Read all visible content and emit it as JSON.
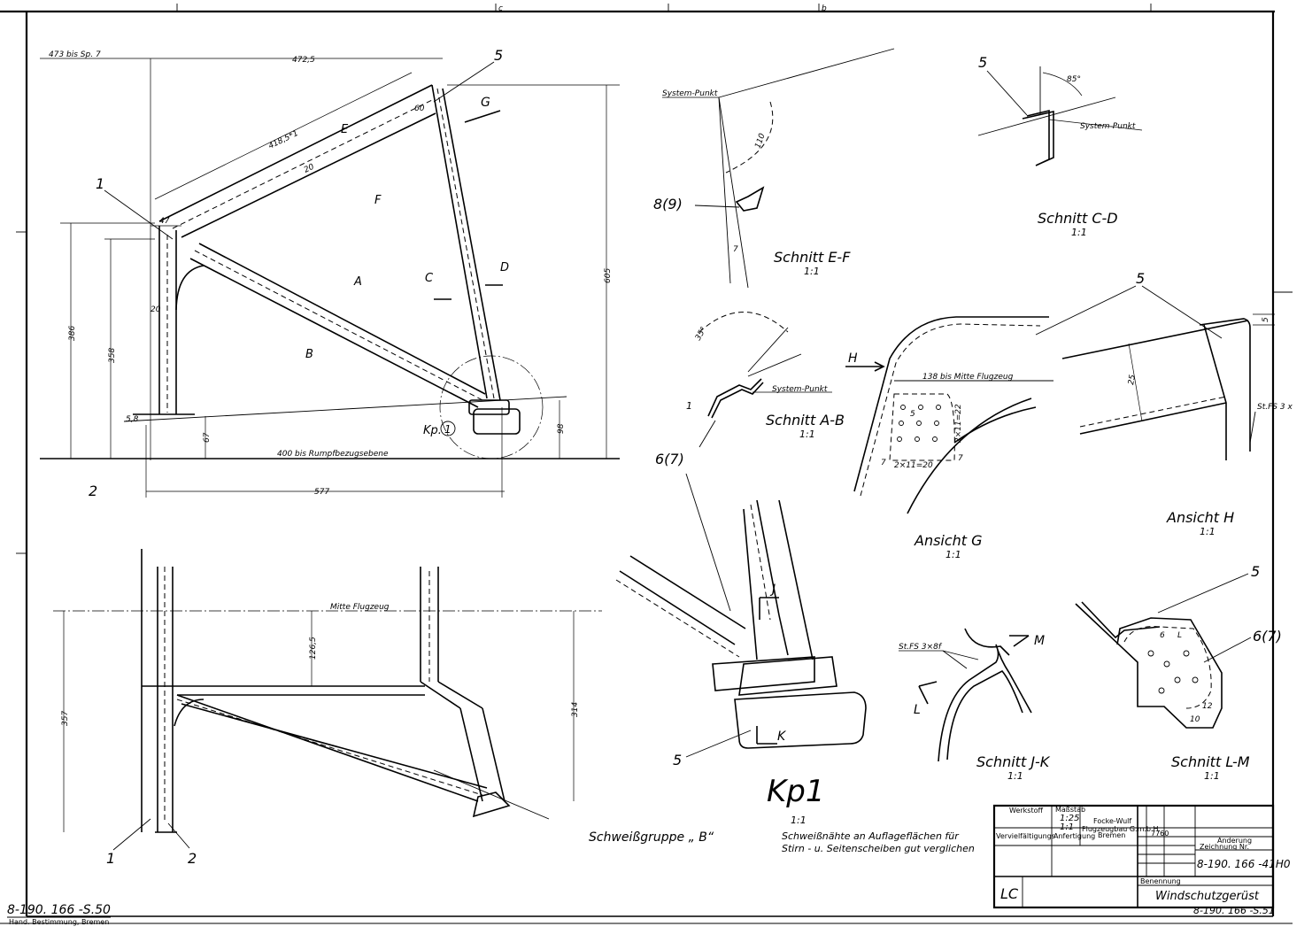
{
  "main_view": {
    "dims": {
      "d473": "473 bis Sp. 7",
      "d472_5": "472,5",
      "d418": "418,5*1",
      "d60": "60",
      "d20a": "20",
      "d47": "47",
      "d20b": "20",
      "d386": "386",
      "d358": "358",
      "d58": "5,8",
      "d67": "67",
      "d98": "98",
      "d605": "605",
      "d400": "400 bis Rumpfbezugsebene",
      "d577": "577"
    },
    "labels": {
      "p1": "1",
      "p2": "2",
      "p5": "5",
      "G": "G",
      "E": "E",
      "F": "F",
      "A": "A",
      "B": "B",
      "C": "C",
      "D": "D",
      "kp": "Kp.",
      "kp1": "1"
    }
  },
  "bottom_view": {
    "dims": {
      "mitte": "Mitte Flugzeug",
      "d126": "126,5",
      "d357": "357",
      "d314": "314"
    },
    "labels": {
      "p1": "1",
      "p2": "2"
    },
    "caption": "Schweißgruppe „ B“"
  },
  "schnitt_ef": {
    "system": "System-Punkt",
    "d110": "110",
    "part": "8(9)",
    "d7": "7",
    "title": "Schnitt E-F",
    "scale": "1:1"
  },
  "schnitt_cd": {
    "part": "5",
    "angle": "85°",
    "system": "System-Punkt",
    "title": "Schnitt C-D",
    "scale": "1:1"
  },
  "schnitt_ab": {
    "angle": "35°",
    "system": "System-Punkt",
    "mark": "1",
    "part": "6(7)",
    "title": "Schnitt A-B",
    "scale": "1:1"
  },
  "ansicht_g": {
    "arrow": "H",
    "dim": "138 bis Mitte Flugzeug",
    "d1": "2×11=22",
    "d2": "2×11=20",
    "d3": "7",
    "d4": "7",
    "d5": "5",
    "title": "Ansicht G",
    "scale": "1:1"
  },
  "ansicht_h": {
    "part": "5",
    "d25": "25",
    "d5": "5",
    "stfs": "St.FS 3 x",
    "title": "Ansicht H",
    "scale": "1:1"
  },
  "kp1_view": {
    "J": "J",
    "K": "K",
    "part": "5",
    "title": "Kp1",
    "scale": "1:1",
    "note1": "Schweißnähte an Auflageflächen für",
    "note2": "Stirn - u. Seitenscheiben gut verglichen"
  },
  "schnitt_jk": {
    "stfs": "St.FS 3×8f",
    "M": "M",
    "L": "L",
    "title": "Schnitt J-K",
    "scale": "1:1"
  },
  "schnitt_lm": {
    "part5": "5",
    "part6": "6(7)",
    "d12": "12",
    "d10": "10",
    "d6": "6",
    "dL": "L",
    "title": "Schnitt L-M",
    "scale": "1:1"
  },
  "frame": {
    "top_c": "c",
    "top_b": "b",
    "bottom_left": "8-190. 166 -S.50",
    "stamp": "Hand. Bestimmung, Bremen"
  },
  "title_block": {
    "werkstoff": "Werkstoff",
    "massstab_label": "Maßstab",
    "scale1": "1:25",
    "scale2": "1:1",
    "company1": "Focke-Wulf",
    "company2": "Flugzeugbau G.m.b.H.",
    "company3": "Bremen",
    "vervielf": "Vervielfältigungs",
    "anfertig": "Anfertigung",
    "num7760": "7760",
    "aenderung": "Änderung",
    "zeichnung": "Zeichnung Nr.",
    "drawing_no": "8-190. 166 -41H0",
    "benennung": "Benennung",
    "title": "Windschutzgerüst",
    "bottom_no": "8-190. 166 -S.51",
    "lc": "LC"
  }
}
